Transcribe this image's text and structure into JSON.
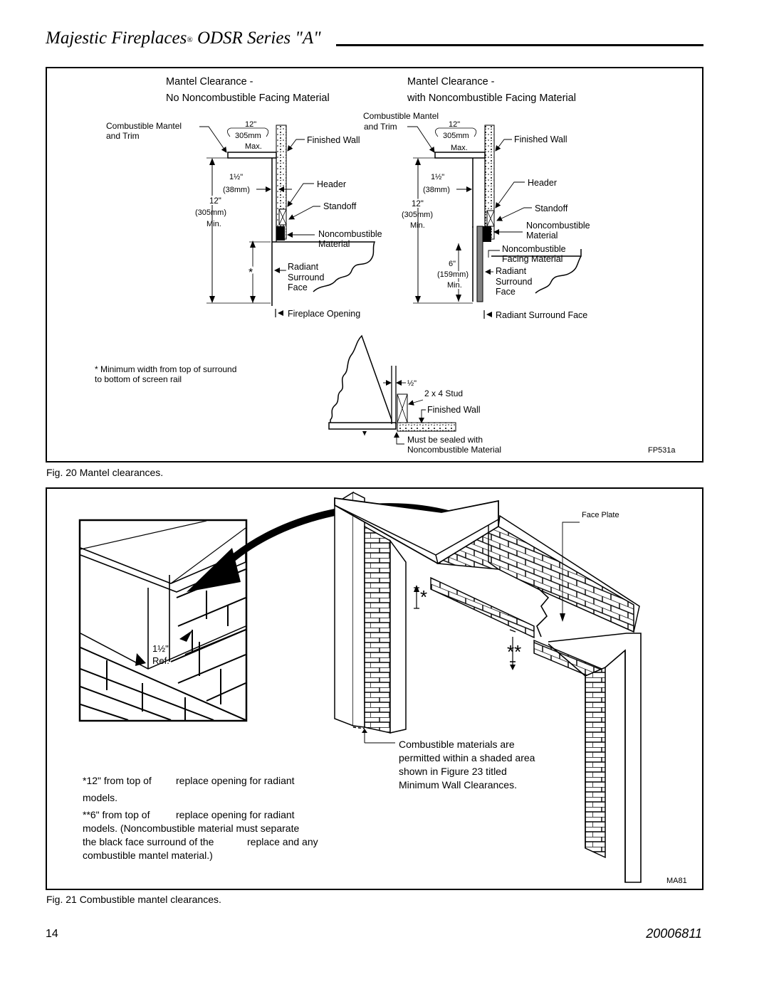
{
  "header": {
    "title_main": "Majestic Fireplaces",
    "title_reg": "®",
    "title_series": " ODSR Series \"A\""
  },
  "fig20": {
    "left_heading_1": "Mantel Clearance -",
    "left_heading_2": "No Noncombustible Facing Material",
    "right_heading_1": "Mantel Clearance -",
    "right_heading_2": "with Noncombustible Facing Material",
    "combustible_mantel": "Combustible Mantel",
    "and_trim": "and Trim",
    "max_12": "12\"",
    "max_305": "305mm",
    "max": "Max.",
    "finished_wall": "Finished Wall",
    "ref_15": "1½\"",
    "ref_38": "(38mm)",
    "header_lbl": "Header",
    "min_12": "12\"",
    "min_305": "(305mm)",
    "min": "Min.",
    "standoff": "Standoff",
    "noncombustible": "Noncombustible",
    "material": "Material",
    "asterisk": "*",
    "radiant": "Radiant",
    "surround": "Surround",
    "face": "Face",
    "fireplace_opening": "Fireplace Opening",
    "min_6": "6\"",
    "min_159": "(159mm)",
    "noncomb_facing_1": "Noncombustible",
    "noncomb_facing_2": "Facing Material",
    "radiant_surround_face": "Radiant Surround Face",
    "footnote_1": "* Minimum width from top of surround",
    "footnote_2": "to bottom of screen rail",
    "half_inch": "½\"",
    "stud": "2 x 4 Stud",
    "sealed_1": "Must be sealed with",
    "sealed_2": "Noncombustible Material",
    "code": "FP531a",
    "caption": "Fig. 20  Mantel clearances."
  },
  "fig21": {
    "face_plate": "Face Plate",
    "inset_15": "1½\"",
    "inset_ref": "Ref.",
    "star_1": "*",
    "star_2": "**",
    "shaded_1": "Combustible materials are",
    "shaded_2": "permitted within a shaded area",
    "shaded_3": "shown in Figure 23 titled",
    "shaded_4": "Minimum Wall Clearances.",
    "note1_a": "*12\" from top of",
    "note1_b": "replace opening for radiant",
    "note1_c": "models.",
    "note2_a": "**6\" from top of",
    "note2_b": "replace opening for radiant",
    "note2_c": "models. (Noncombustible material must separate",
    "note2_d": "the black face surround of the",
    "note2_e": "replace and any",
    "note2_f": "combustible mantel material.)",
    "code": "MA81",
    "caption": "Fig. 21  Combustible mantel clearances."
  },
  "footer": {
    "page": "14",
    "doc_number": "20006811"
  }
}
